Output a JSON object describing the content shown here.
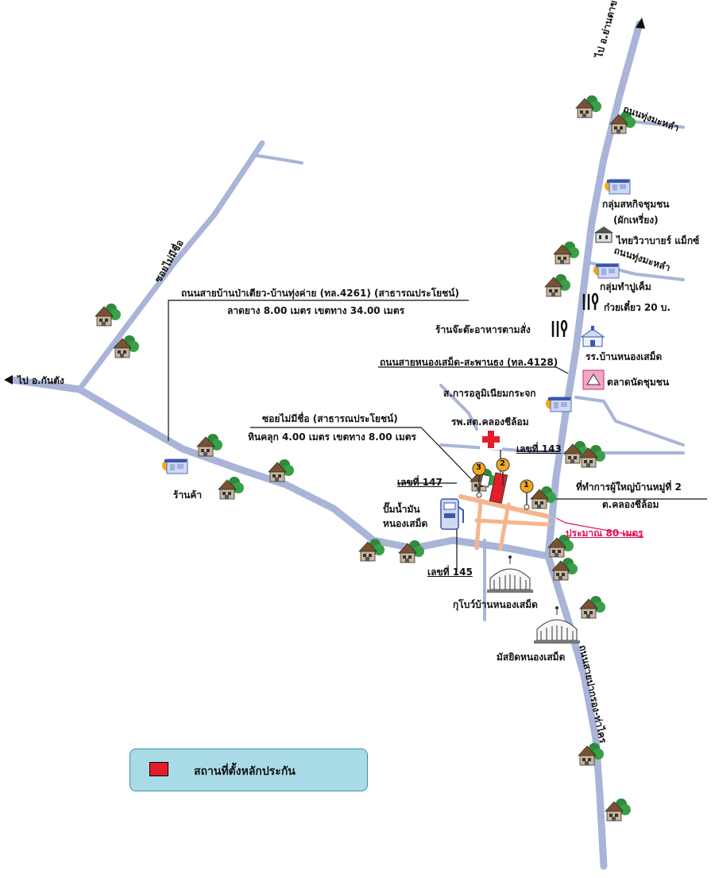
{
  "labels": {
    "to_kanthang": "ไป อ.กันตัง",
    "to_yantakhao": "ไป อ.ย่านตาขาว",
    "soi_mai_mi_chue_nw": "ซอยไม่มีชื่อ",
    "road_4261_title": "ถนนสายบ้านป่าเตียว-บ้านทุ่งค่าย (ทล.4261) (สาธารณประโยชน์)",
    "road_4261_spec": "ลาดยาง 8.00 เมตร เขตทาง 34.00 เมตร",
    "soi_public_title": "ซอยไม่มีชื่อ (สาธารณประโยชน์)",
    "soi_public_spec": "หินคลุก 4.00 เมตร เขตทาง 8.00 เมตร",
    "road_4128": "ถนนสายหนองเสม็ด-สะพานธง (ทล.4128)",
    "thung_maham_1": "ถนนทุ่งมะหลำ",
    "thung_maham_2": "ถนนทุ่งมะหลำ",
    "community_group_title": "กลุ่มสหกิจชุมชน",
    "community_group_sub": "(ผักเหรี่ยง)",
    "thai_wiwa": "ไทยวิวาบายร์ แม็กซ์",
    "crab_group": "กลุ่มทำปูเค็ม",
    "noodle": "ก๋วยเตี๋ยว 20 บ.",
    "restaurant": "ร้านจ๊ะต๊ะอาหารตามสั่ง",
    "school": "รร.บ้านหนองเสม็ด",
    "market": "ตลาดนัดชุมชน",
    "aluminium": "ส.การอลูมิเนียมกระจก",
    "hospital": "รพ.สต.คลองชีล้อม",
    "shop": "ร้านค้า",
    "no143": "เลขที่ 143",
    "no147": "เลขที่ 147",
    "no145": "เลขที่ 145",
    "gas_station_1": "ปั๊มน้ำมัน",
    "gas_station_2": "หนองเสม็ด",
    "village_office": "ที่ทำการผู้ใหญ่บ้านหมู่ที่ 2",
    "subdistrict": "ต.คลองชีล้อม",
    "distance": "ประมาณ 80 เมตร",
    "kubo": "กุโบว์บ้านหนองเสม็ด",
    "mosque": "มัสยิดหนองเสม็ด",
    "road_south": "ถนนสายปากรอง-ท่าไคร",
    "marker_1": "1",
    "marker_2": "2",
    "marker_3": "3"
  },
  "legend": {
    "label": "สถานที่ตั้งหลักประกัน",
    "swatch_color": "#e51d2a"
  },
  "colors": {
    "road": "#a9b4d8",
    "road_edge": "#8794c4",
    "road_orange": "#f5b58c",
    "red": "#e51d2a",
    "pink_text": "#e0115f",
    "marker_orange": "#f3a81c"
  },
  "icons": [
    "house-icon",
    "shop-icon",
    "restaurant-icon",
    "school-icon",
    "market-icon",
    "hospital-cross-icon",
    "gas-station-icon",
    "dome-icon",
    "location-pin-icon"
  ]
}
